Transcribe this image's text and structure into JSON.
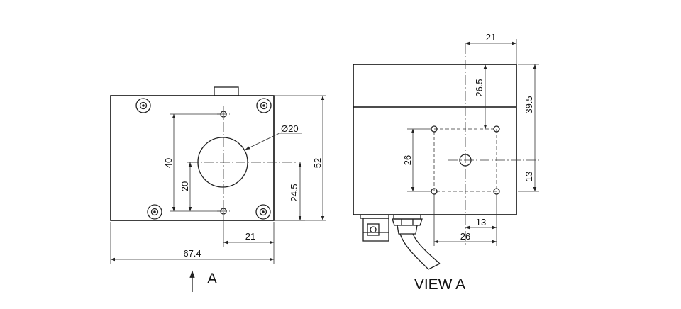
{
  "front_view": {
    "dimensions": {
      "overall_width": "67.4",
      "overall_height": "52",
      "hole_spacing_vertical": "40",
      "hole_offset_vertical": "20",
      "bore_height": "24.5",
      "bore_offset_horizontal": "21",
      "bore_diameter": "Ø20"
    },
    "view_marker": "A"
  },
  "side_view": {
    "title": "VIEW A",
    "dimensions": {
      "top_width": "21",
      "top_depth": "26.5",
      "height": "39.5",
      "hole_spacing_vertical": "26",
      "center_height": "13",
      "center_offset": "13",
      "hole_spacing_horizontal": "26"
    }
  }
}
